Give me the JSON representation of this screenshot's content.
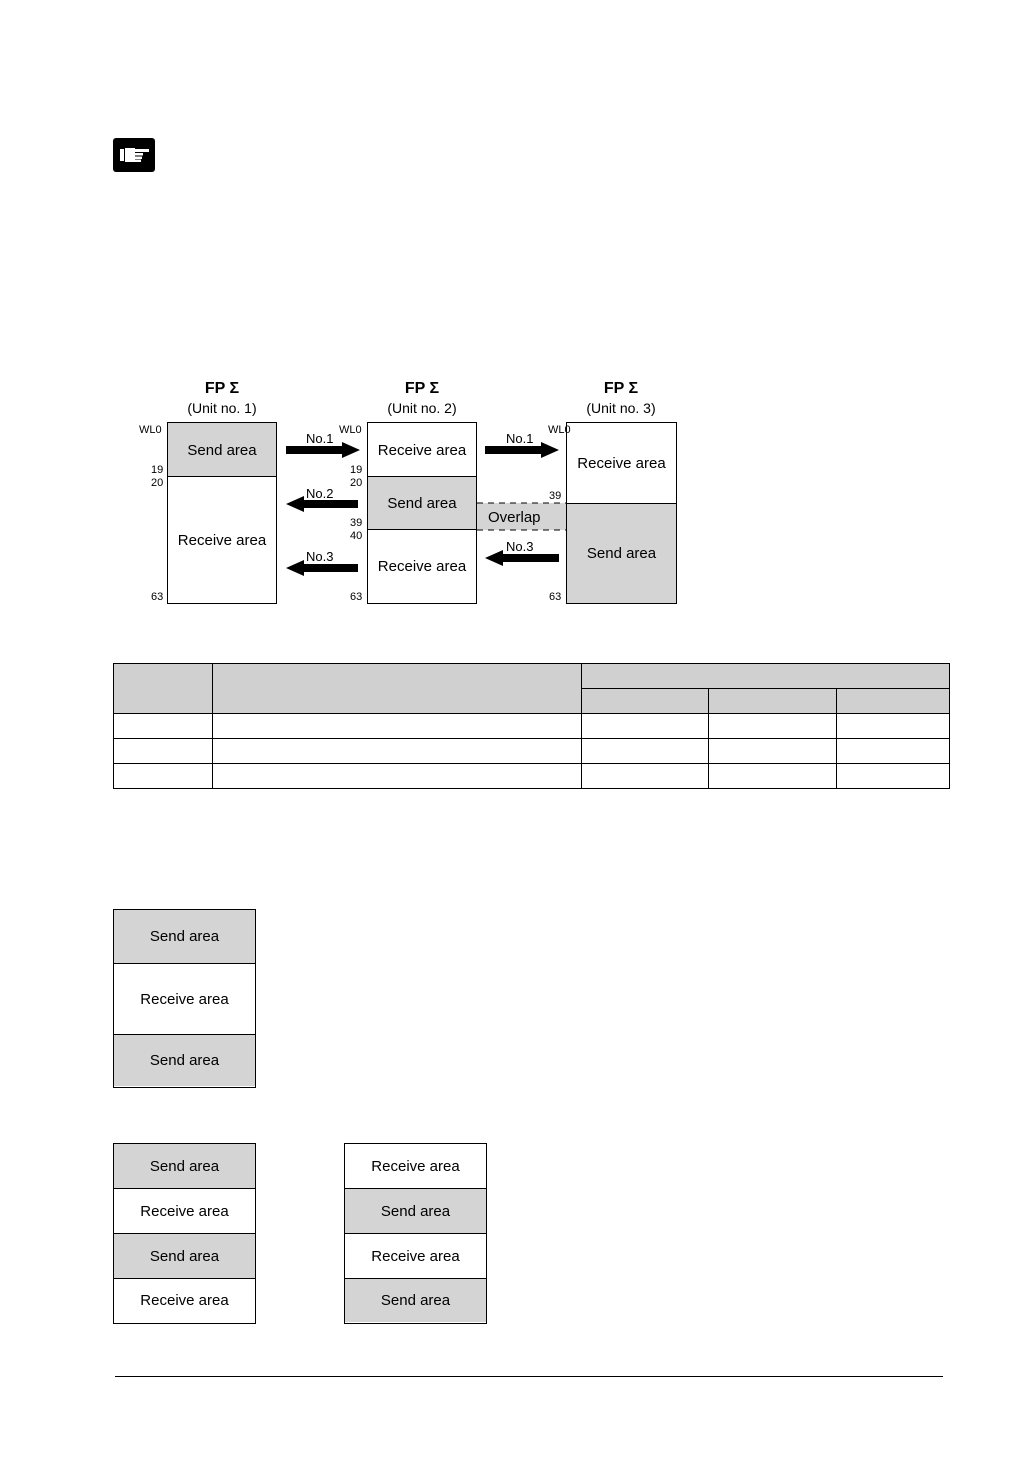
{
  "note_icon": "pointing-hand-icon",
  "diagram": {
    "units": [
      {
        "title": "FP Σ",
        "subtitle": "(Unit no. 1)"
      },
      {
        "title": "FP Σ",
        "subtitle": "(Unit no. 2)"
      },
      {
        "title": "FP Σ",
        "subtitle": "(Unit no. 3)"
      }
    ],
    "unit1": {
      "area_a": "Send area",
      "area_b": "Receive area"
    },
    "unit2": {
      "area_a": "Receive area",
      "area_b": "Send area",
      "area_c": "Receive area"
    },
    "unit3": {
      "area_a": "Receive area",
      "area_b": "Send area"
    },
    "ticks": {
      "wl0": "WL0",
      "t19": "19",
      "t20": "20",
      "t39": "39",
      "t40": "40",
      "t63": "63"
    },
    "arrows": {
      "no1": "No.1",
      "no2": "No.2",
      "no3": "No.3"
    },
    "overlap_label": "Overlap"
  },
  "examples": {
    "example1": [
      "Send area",
      "Receive area",
      "Send area"
    ],
    "example2": [
      "Send area",
      "Receive area",
      "Send area",
      "Receive area"
    ],
    "example3": [
      "Receive area",
      "Send area",
      "Receive area",
      "Send area"
    ]
  },
  "colors": {
    "send_fill": "#d4d4d4",
    "receive_fill": "#ffffff"
  }
}
